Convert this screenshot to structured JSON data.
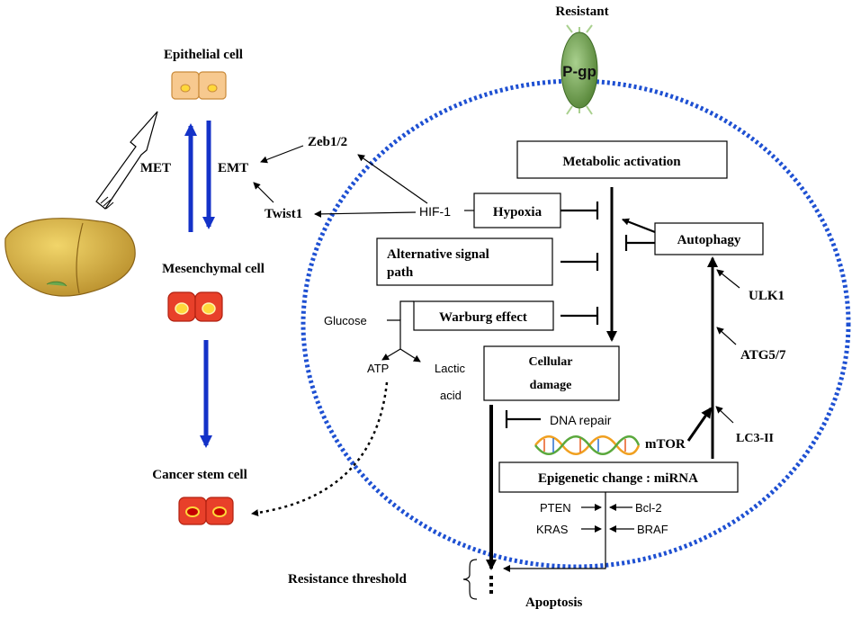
{
  "labels": {
    "resistant": "Resistant",
    "pgp": "P-gp",
    "epithelial_cell": "Epithelial cell",
    "met": "MET",
    "emt": "EMT",
    "zeb": "Zeb1/2",
    "twist": "Twist1",
    "hif": "HIF-1",
    "mesenchymal_cell": "Mesenchymal cell",
    "cancer_stem_cell": "Cancer stem cell",
    "glucose": "Glucose",
    "atp": "ATP",
    "lactic_1": "Lactic",
    "lactic_2": "acid",
    "dna_repair": "DNA repair",
    "mtor": "mTOR",
    "lc3": "LC3-II",
    "atg": "ATG5/7",
    "ulk": "ULK1",
    "pten": "PTEN",
    "bcl2": "Bcl-2",
    "kras": "KRAS",
    "braf": "BRAF",
    "resistance_threshold": "Resistance threshold",
    "apoptosis": "Apoptosis"
  },
  "boxes": {
    "metabolic": "Metabolic activation",
    "hypoxia": "Hypoxia",
    "alt_1": "Alternative signal",
    "alt_2": "path",
    "warburg": "Warburg effect",
    "autophagy": "Autophagy",
    "cell_damage_1": "Cellular",
    "cell_damage_2": "damage",
    "epigenetic": "Epigenetic change : miRNA"
  },
  "colors": {
    "blue_arrow": "#1432c8",
    "dashed_circle": "#1e50d2",
    "epithelial_fill": "#f7c98f",
    "mesenchymal_fill": "#e8402a",
    "liver_fill": "#c9a43a",
    "pgp_fill": "#5e8f3c"
  }
}
